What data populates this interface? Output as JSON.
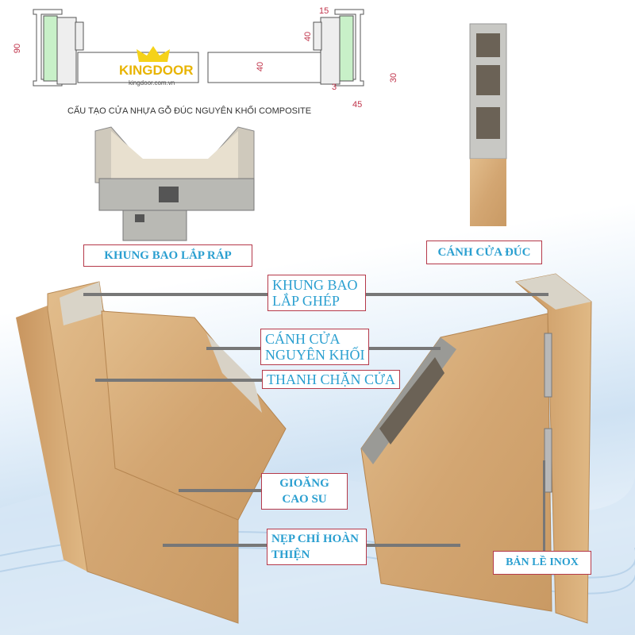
{
  "drawing": {
    "caption": "CẤU TẠO CỬA NHỰA GỖ ĐÚC NGUYÊN KHỐI COMPOSITE",
    "dimensions": {
      "d90": "90",
      "d15": "15",
      "d40a": "40",
      "d40b": "40",
      "d3": "3",
      "d30": "30",
      "d45": "45"
    },
    "logo": {
      "brand": "KINGDOOR",
      "site": "kingdoor.com.vn"
    }
  },
  "labels": {
    "frame_assembly": "KHUNG BAO LẮP RÁP",
    "molded_leaf": "CÁNH CỬA ĐÚC",
    "frame_joint_1": "KHUNG BAO",
    "frame_joint_2": "LẮP GHÉP",
    "solid_leaf_1": "CÁNH CỬA",
    "solid_leaf_2": "NGUYÊN KHỐI",
    "door_stop": "THANH CHẶN CỬA",
    "gasket_1": "GIOĂNG",
    "gasket_2": "CAO SU",
    "trim_1": "NẸP CHỈ HOÀN",
    "trim_2": "THIỆN",
    "hinge": "BẢN LỀ INOX"
  },
  "colors": {
    "label_text": "#2a9fd0",
    "label_border": "#b5394a",
    "wood": "#d6ad7a",
    "pvc": "#c9c9c4",
    "dim": "#c0334a"
  }
}
